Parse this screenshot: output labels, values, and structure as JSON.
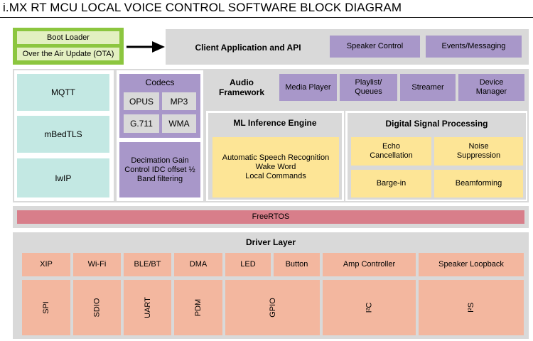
{
  "title": "i.MX RT MCU LOCAL VOICE CONTROL SOFTWARE BLOCK DIAGRAM",
  "boot": {
    "loader": "Boot Loader",
    "ota": "Over the Air Update (OTA)"
  },
  "client": {
    "label": "Client Application and API",
    "speaker_control": "Speaker Control",
    "events": "Events/Messaging"
  },
  "network": {
    "mqtt": "MQTT",
    "mbedtls": "mBedTLS",
    "lwip": "lwIP"
  },
  "codecs": {
    "label": "Codecs",
    "opus": "OPUS",
    "mp3": "MP3",
    "g711": "G.711",
    "wma": "WMA",
    "decimation": "Decimation Gain Control IDC offset ½ Band filtering"
  },
  "audio": {
    "label": "Audio Framework",
    "media_player": "Media Player",
    "playlist": "Playlist/ Queues",
    "streamer": "Streamer",
    "device_manager": "Device Manager"
  },
  "ml": {
    "label": "ML Inference Engine",
    "asr": "Automatic Speech Recognition",
    "wake": "Wake Word",
    "local": "Local Commands"
  },
  "dsp": {
    "label": "Digital Signal Processing",
    "echo": "Echo Cancellation",
    "noise": "Noise Suppression",
    "barge": "Barge-in",
    "beam": "Beamforming"
  },
  "freertos": "FreeRTOS",
  "driver": {
    "label": "Driver Layer",
    "top": {
      "xip": "XIP",
      "wifi": "Wi-Fi",
      "blebt": "BLE/BT",
      "dma": "DMA",
      "led": "LED",
      "button": "Button",
      "amp": "Amp Controller",
      "loopback": "Speaker Loopback"
    },
    "bottom": {
      "spi": "SPI",
      "sdio": "SDIO",
      "uart": "UART",
      "pdm": "PDM",
      "gpio": "GPIO",
      "i2c": "I²C",
      "i2s": "I²S"
    }
  },
  "colors": {
    "gray": "#d9d9d9",
    "purple": "#a897c9",
    "teal": "#c3e8e3",
    "yellow": "#fde596",
    "salmon": "#f3b79f",
    "green": "#8cc63f",
    "rose": "#d87e8a"
  }
}
